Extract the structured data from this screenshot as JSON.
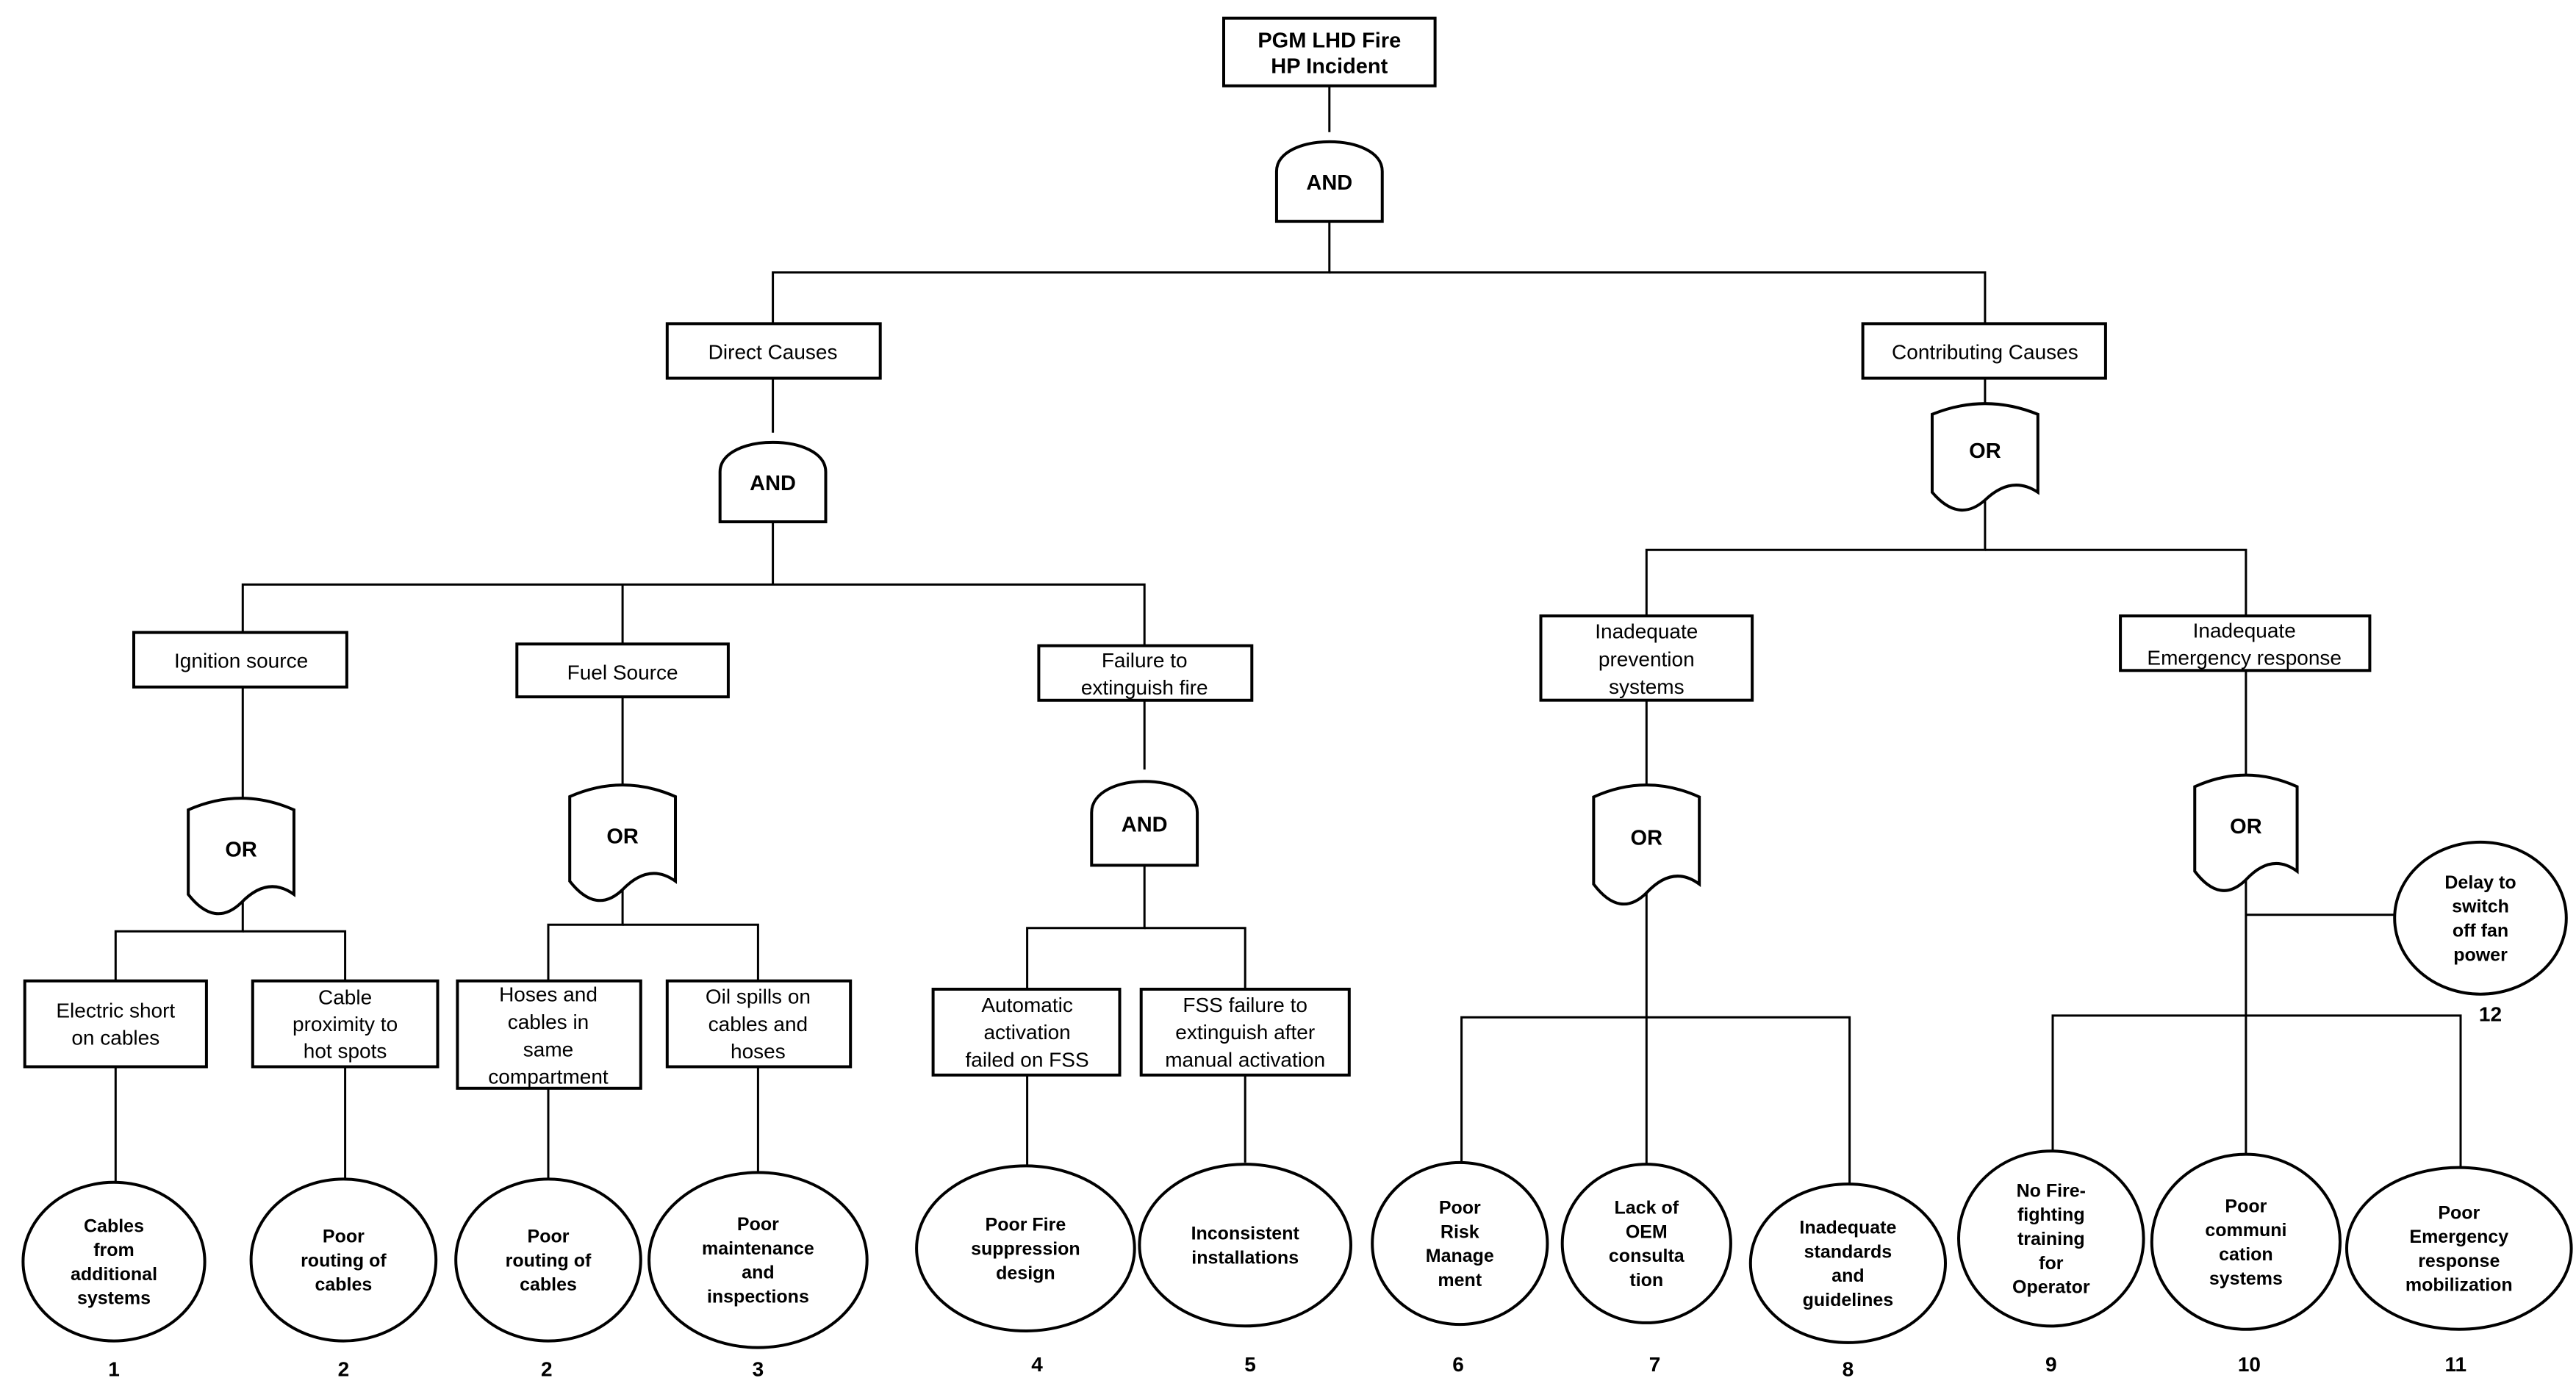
{
  "top_event": {
    "lines": [
      "PGM LHD Fire",
      "HP Incident"
    ]
  },
  "nodes": {
    "direct_causes": [
      "Direct Causes"
    ],
    "contributing_causes": [
      "Contributing  Causes"
    ],
    "ignition_source": [
      "Ignition source"
    ],
    "fuel_source": [
      "Fuel Source"
    ],
    "failure_to_extinguish": [
      "Failure to",
      "extinguish  fire"
    ],
    "inadequate_prevention": [
      "Inadequate",
      "prevention",
      "systems"
    ],
    "inadequate_emergency": [
      "Inadequate",
      "Emergency response"
    ],
    "electric_short": [
      "Electric short",
      "on cables"
    ],
    "cable_proximity": [
      "Cable",
      "proximity to",
      "hot spots"
    ],
    "hoses_cables": [
      "Hoses and",
      "cables in",
      "same",
      "compartment"
    ],
    "oil_spills": [
      "Oil spills on",
      "cables and",
      "hoses"
    ],
    "automatic_activation": [
      "Automatic",
      "activation",
      "failed on FSS"
    ],
    "fss_failure": [
      "FSS failure to",
      "extinguish  after",
      "manual activation"
    ]
  },
  "gates": {
    "top": "AND",
    "direct": "AND",
    "contributing": "OR",
    "ignition": "OR",
    "fuel": "OR",
    "extinguish": "AND",
    "prevention": "OR",
    "emergency": "OR"
  },
  "basic_events": [
    {
      "lines": [
        "Cables",
        "from",
        "additional",
        "systems"
      ],
      "number": "1"
    },
    {
      "lines": [
        "Poor",
        "routing of",
        "cables"
      ],
      "number": "2"
    },
    {
      "lines": [
        "Poor",
        "routing of",
        "cables"
      ],
      "number": "2"
    },
    {
      "lines": [
        "Poor",
        "maintenance",
        "and",
        "inspections"
      ],
      "number": "3"
    },
    {
      "lines": [
        "Poor Fire",
        "suppression",
        "design"
      ],
      "number": "4"
    },
    {
      "lines": [
        "Inconsistent",
        "installations"
      ],
      "number": "5"
    },
    {
      "lines": [
        "Poor",
        "Risk",
        "Manage",
        "ment"
      ],
      "number": "6"
    },
    {
      "lines": [
        "Lack of",
        "OEM",
        "consulta",
        "tion"
      ],
      "number": "7"
    },
    {
      "lines": [
        "Inadequate",
        "standards",
        "and",
        "guidelines"
      ],
      "number": "8"
    },
    {
      "lines": [
        "No Fire-",
        "fighting",
        "training",
        "for",
        "Operator"
      ],
      "number": "9"
    },
    {
      "lines": [
        "Poor",
        "communi",
        "cation",
        "systems"
      ],
      "number": "10"
    },
    {
      "lines": [
        "Poor",
        "Emergency",
        "response",
        "mobilization"
      ],
      "number": "11"
    },
    {
      "lines": [
        "Delay to",
        "switch",
        "off fan",
        "power"
      ],
      "number": "12"
    }
  ]
}
